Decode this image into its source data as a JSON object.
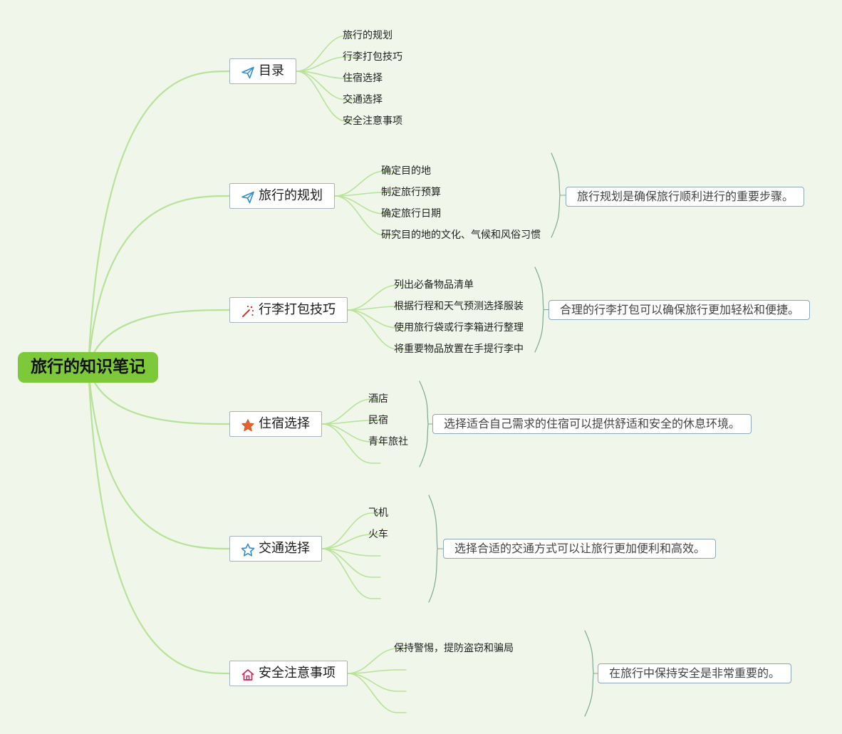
{
  "root": {
    "label": "旅行的知识笔记"
  },
  "colors": {
    "connector": "#b8e19a",
    "root_fill": "#7ec93a",
    "bracket": "#7fa88e"
  },
  "branches": [
    {
      "label": "目录",
      "icon": "paper-plane-icon",
      "leaves": [
        "旅行的规划",
        "行李打包技巧",
        "住宿选择",
        "交通选择",
        "安全注意事项"
      ],
      "summary": ""
    },
    {
      "label": "旅行的规划",
      "icon": "paper-plane-icon",
      "leaves": [
        "确定目的地",
        "制定旅行预算",
        "确定旅行日期",
        "研究目的地的文化、气候和风俗习惯"
      ],
      "summary": "旅行规划是确保旅行顺利进行的重要步骤。"
    },
    {
      "label": "行李打包技巧",
      "icon": "sparkle-icon",
      "leaves": [
        "列出必备物品清单",
        "根据行程和天气预测选择服装",
        "使用旅行袋或行李箱进行整理",
        "将重要物品放置在手提行李中"
      ],
      "summary": "合理的行李打包可以确保旅行更加轻松和便捷。"
    },
    {
      "label": "住宿选择",
      "icon": "star-filled-icon",
      "leaves": [
        "酒店",
        "民宿",
        "青年旅社",
        ""
      ],
      "summary": "选择适合自己需求的住宿可以提供舒适和安全的休息环境。"
    },
    {
      "label": "交通选择",
      "icon": "star-outline-icon",
      "leaves": [
        "飞机",
        "火车",
        "",
        "",
        ""
      ],
      "summary": "选择合适的交通方式可以让旅行更加便利和高效。"
    },
    {
      "label": "安全注意事项",
      "icon": "home-icon",
      "leaves": [
        "保持警惕，提防盗窃和骗局",
        "",
        "",
        ""
      ],
      "summary": "在旅行中保持安全是非常重要的。"
    }
  ]
}
